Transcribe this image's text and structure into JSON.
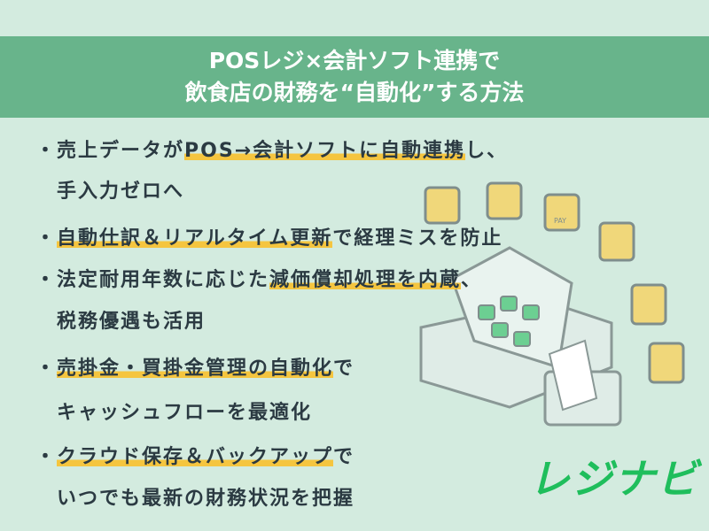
{
  "header": {
    "line1": "POSレジ×会計ソフト連携で",
    "line2": "飲食店の財務を“自動化”する方法"
  },
  "bullet_char": "・",
  "points": [
    {
      "pre": "売上データが",
      "hl": "POS→会計ソフトに自動連携",
      "post": "し、",
      "cont": "手入力ゼロへ"
    },
    {
      "pre": "",
      "hl": "自動仕訳＆リアルタイム更新",
      "post": "で経理ミスを防止"
    },
    {
      "pre": "法定耐用年数に応じた",
      "hl": "減価償却処理を内蔵",
      "post": "、",
      "cont": "税務優遇も活用"
    },
    {
      "pre": "",
      "hl": "売掛金・買掛金管理の自動化",
      "post": "で",
      "cont": "キャッシュフローを最適化"
    },
    {
      "pre": "",
      "hl": "クラウド保存＆バックアップ",
      "post": "で",
      "cont": "いつでも最新の財務状況を把握"
    }
  ],
  "illustration": {
    "pay_label": "PAY"
  },
  "logo": {
    "text": "レジナビ"
  },
  "colors": {
    "background": "#d3ebdf",
    "header": "#68b48b",
    "highlight": "#f5c53f",
    "logo": "#1fbe5c",
    "text": "#2b3a42"
  }
}
